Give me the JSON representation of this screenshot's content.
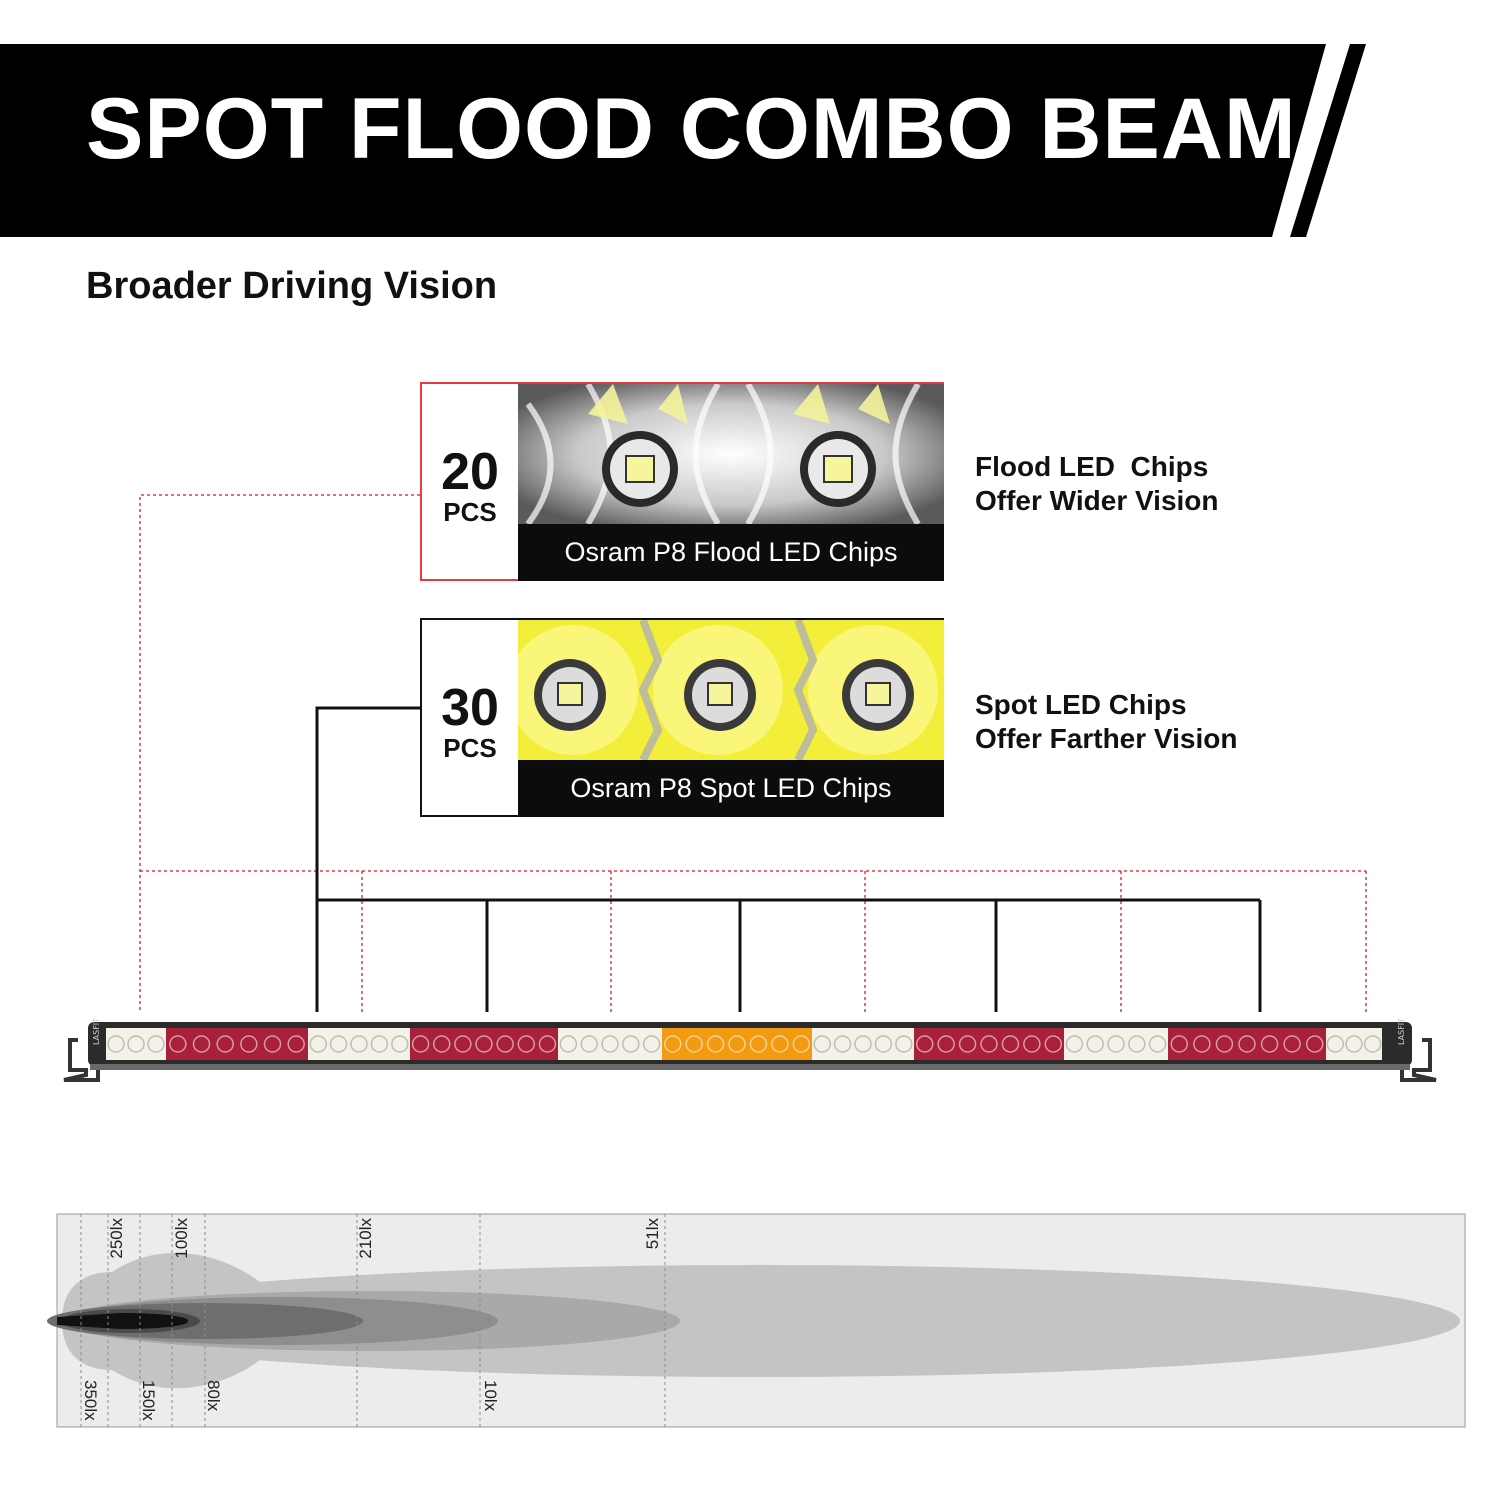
{
  "header": {
    "title": "SPOT FLOOD COMBO BEAM",
    "subtitle": "Broader Driving Vision"
  },
  "colors": {
    "banner": "#000000",
    "flood_frame": "#e8393f",
    "spot_frame": "#111111",
    "flood_segment": "#a8203a",
    "spot_segment_amber": "#f29a10",
    "white_segment": "#f4f1e8"
  },
  "flood_panel": {
    "count": "20",
    "unit": "PCS",
    "caption": "Osram P8 Flood LED Chips",
    "desc_line1": "Flood LED  Chips",
    "desc_line2": "Offer Wider Vision"
  },
  "spot_panel": {
    "count": "30",
    "unit": "PCS",
    "caption": "Osram P8 Spot LED Chips",
    "desc_line1": "Spot LED Chips",
    "desc_line2": "Offer Farther Vision"
  },
  "light_bar": {
    "brand": "LASFIT",
    "segments": [
      "white",
      "flood",
      "white",
      "flood",
      "white",
      "spot",
      "white",
      "flood",
      "white",
      "flood",
      "white"
    ]
  },
  "beam_pattern": {
    "top_labels": [
      "250lx",
      "100lx",
      "210lx",
      "51lx"
    ],
    "bottom_labels": [
      "350lx",
      "150lx",
      "80lx",
      "10lx"
    ]
  }
}
